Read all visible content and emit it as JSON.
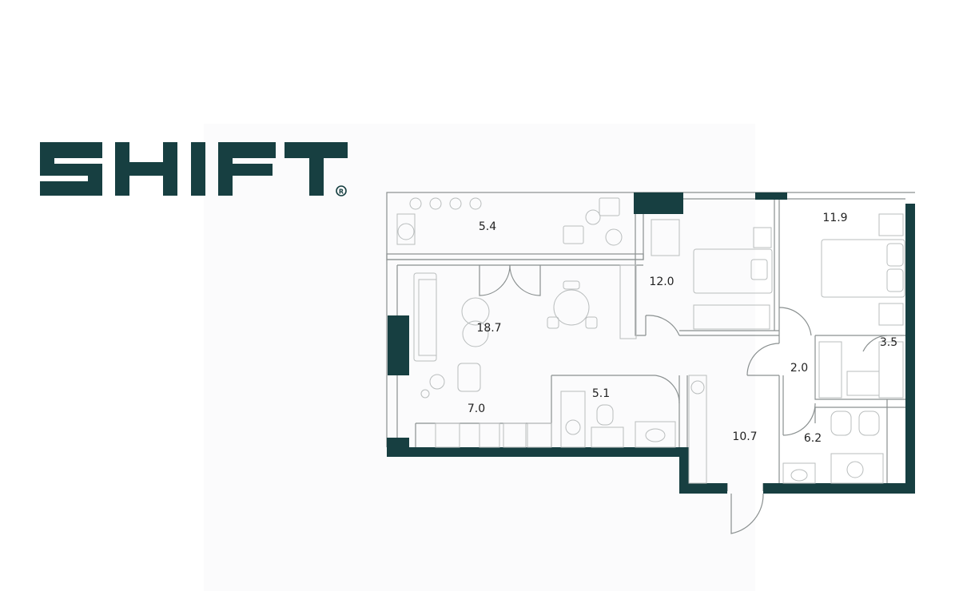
{
  "brand": {
    "logo_text": "SHIFT",
    "registered_mark": "®",
    "color": "#173f41"
  },
  "floor_plan": {
    "wall_color": "#173f41",
    "rooms": [
      {
        "id": "balcony",
        "area": "5.4"
      },
      {
        "id": "bedroom-small",
        "area": "12.0"
      },
      {
        "id": "bedroom-master",
        "area": "11.9"
      },
      {
        "id": "living-room",
        "area": "18.7"
      },
      {
        "id": "bathroom-small",
        "area": "3.5"
      },
      {
        "id": "corridor",
        "area": "2.0"
      },
      {
        "id": "bathroom-guest",
        "area": "5.1"
      },
      {
        "id": "kitchen",
        "area": "7.0"
      },
      {
        "id": "hallway",
        "area": "10.7"
      },
      {
        "id": "bathroom-master",
        "area": "6.2"
      }
    ]
  }
}
